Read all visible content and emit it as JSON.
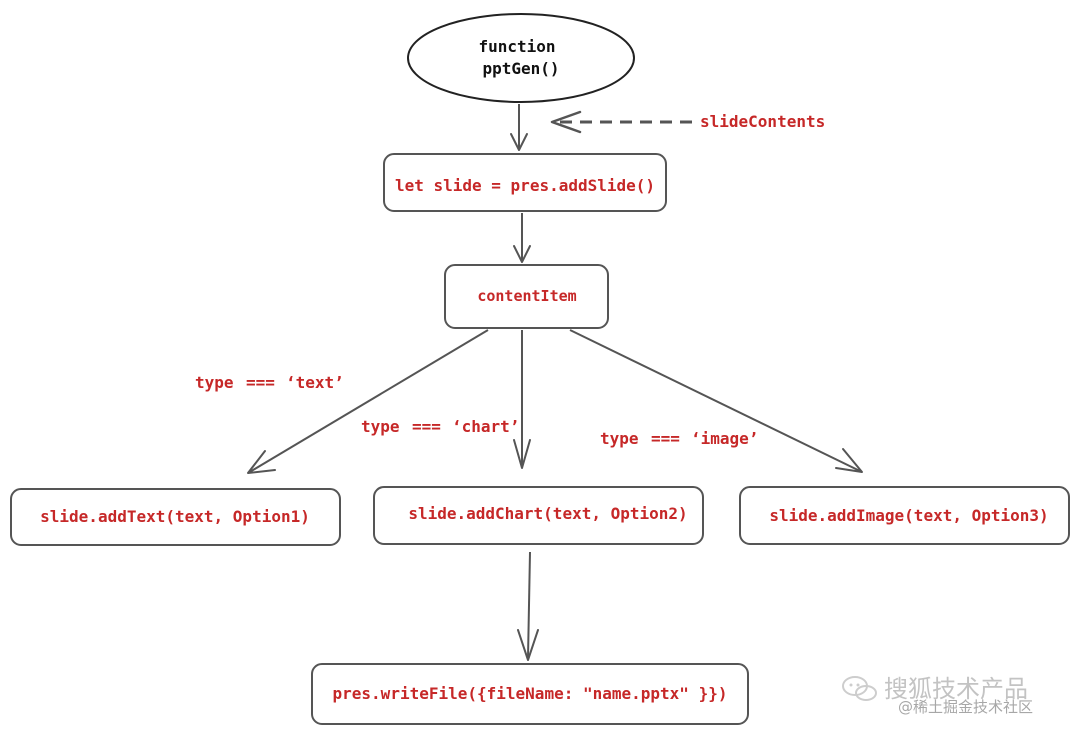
{
  "diagram": {
    "start_node": {
      "line1": "function",
      "line2": "pptGen()"
    },
    "input_label": "slideContents",
    "nodes": {
      "add_slide": "let slide = pres.addSlide()",
      "content_item": "contentItem",
      "add_text": "slide.addText(text, Option1)",
      "add_chart": "slide.addChart(text, Option2)",
      "add_image": "slide.addImage(text, Option3)",
      "write_file": "pres.writeFile({fileName: \"name.pptx\" }})"
    },
    "conditions": {
      "text_type": "type",
      "text_op": "===",
      "text_value": "‘text’",
      "chart_type": "type",
      "chart_op": "===",
      "chart_value": "‘chart’",
      "image_type": "type",
      "image_op": "===",
      "image_value": "‘image’"
    }
  },
  "watermark": {
    "brand": "搜狐技术产品",
    "credit": "@稀土掘金技术社区"
  },
  "colors": {
    "code_text": "#c62828",
    "stroke": "#555555",
    "watermark": "#bdbdbd"
  }
}
